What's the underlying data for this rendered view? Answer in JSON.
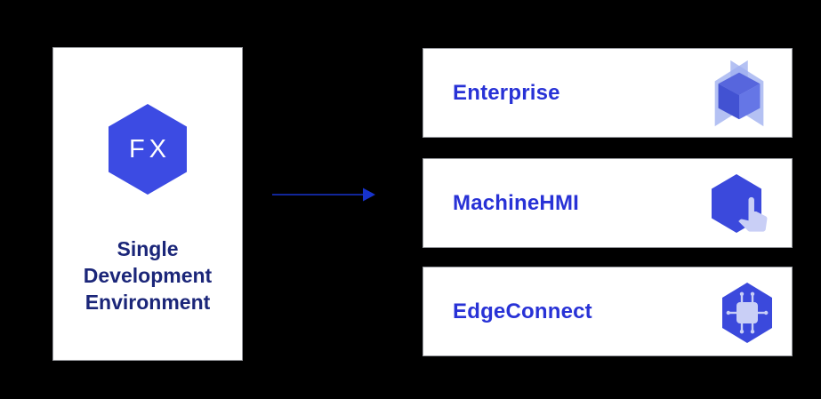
{
  "source": {
    "logo_text": "FX",
    "lines": [
      "Single",
      "Development",
      "Environment"
    ]
  },
  "flow_arrow": {
    "direction": "right"
  },
  "targets": [
    {
      "label": "Enterprise",
      "icon": "cube-with-planes"
    },
    {
      "label": "MachineHMI",
      "icon": "hexagon-touch-hand"
    },
    {
      "label": "EdgeConnect",
      "icon": "hexagon-chip"
    }
  ],
  "colors": {
    "background": "#000000",
    "panel_background": "#ffffff",
    "panel_border": "#97999e",
    "target_label_blue": "#2832d6",
    "source_label_navy": "#1b2679",
    "fx_hexagon_blue": "#3c4be3",
    "icon_hexagon_blue": "#3b49dc",
    "icon_lavender": "#c9cff6",
    "arrow_blue": "#1733cc",
    "cube_top": "#5766dd",
    "cube_left": "#4252d2",
    "cube_right": "#6576e6",
    "plane_light_blue": "#9fb0f0"
  }
}
